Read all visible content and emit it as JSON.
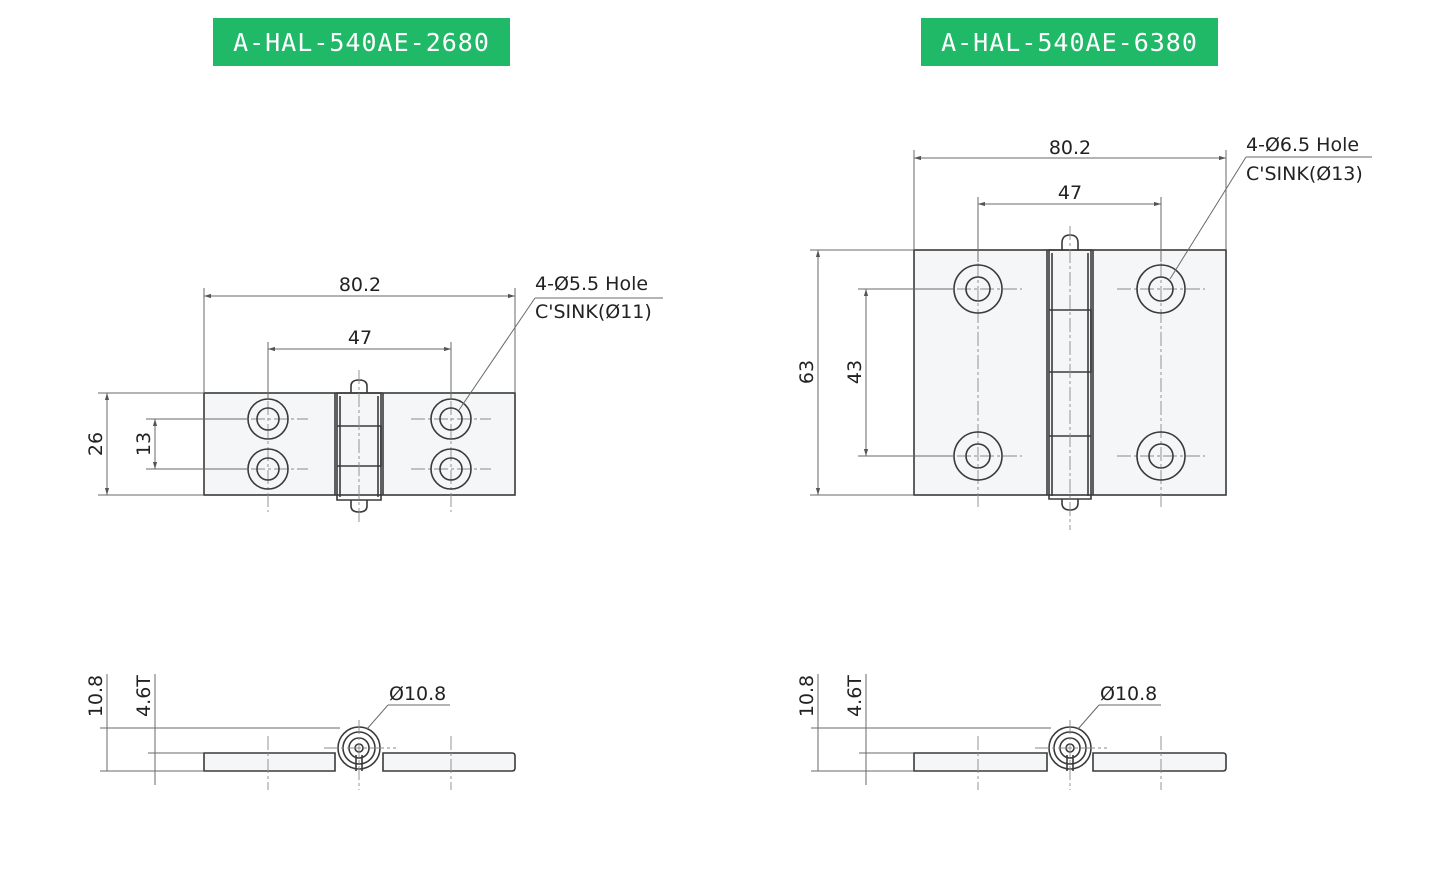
{
  "models": [
    {
      "name": "A-HAL-540AE-2680",
      "dims": {
        "width": "80.2",
        "pitch": "47",
        "height": "26",
        "height_pitch": "13"
      },
      "hole": {
        "spec": "4-Ø5.5 Hole",
        "csink": "C'SINK(Ø11)"
      },
      "side": {
        "total_height": "10.8",
        "thickness": "4.6T",
        "knuckle": "Ø10.8"
      }
    },
    {
      "name": "A-HAL-540AE-6380",
      "dims": {
        "width": "80.2",
        "pitch": "47",
        "height": "63",
        "height_pitch": "43"
      },
      "hole": {
        "spec": "4-Ø6.5 Hole",
        "csink": "C'SINK(Ø13)"
      },
      "side": {
        "total_height": "10.8",
        "thickness": "4.6T",
        "knuckle": "Ø10.8"
      }
    }
  ],
  "colors": {
    "badge": "#1fb968",
    "line": "#3a3a3a",
    "fill": "#f4f6f8"
  }
}
